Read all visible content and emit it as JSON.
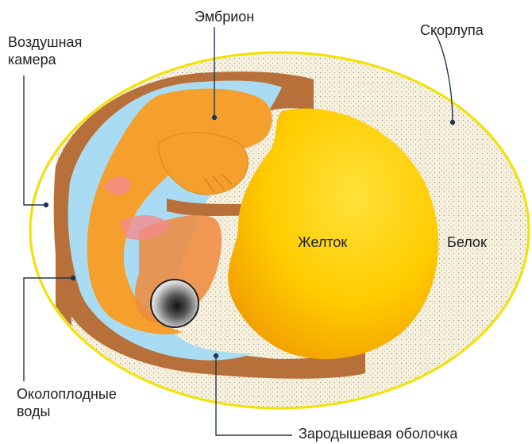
{
  "labels": {
    "embryo": "Эмбрион",
    "shell": "Скорлупа",
    "air_chamber": "Воздушная камера",
    "yolk": "Желток",
    "white": "Белок",
    "amniotic_fluid": "Околоплодные воды",
    "germinal_membrane": "Зародышевая оболочка"
  },
  "colors": {
    "shell_outline": "#f2e200",
    "albumen": "#f6f0dc",
    "air_chamber": "#ffffff",
    "yolk": "#f7c600",
    "membrane": "#b8703a",
    "fluid": "#a9dcf2",
    "embryo": "#f5a02c",
    "leader_line": "#1f3550"
  }
}
